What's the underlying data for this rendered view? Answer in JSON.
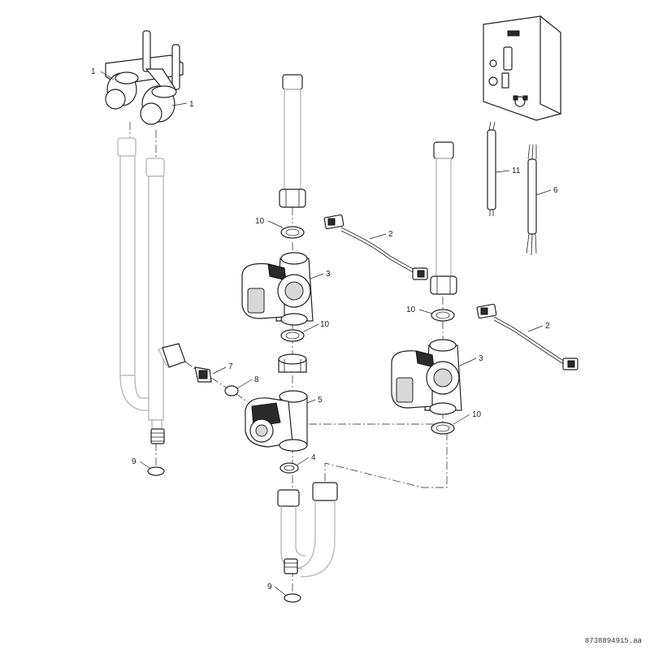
{
  "callouts": [
    "1",
    "1",
    "2",
    "2",
    "3",
    "3",
    "4",
    "5",
    "6",
    "7",
    "8",
    "9",
    "9",
    "10",
    "10",
    "10",
    "10",
    "11"
  ],
  "document_number": "8738894915.aa"
}
